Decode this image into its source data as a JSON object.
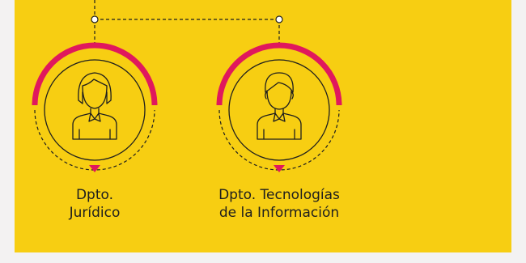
{
  "colors": {
    "background": "#f7ce12",
    "accent_arc": "#e0185d",
    "line": "#1e1e1e",
    "pointer": "#e0185d"
  },
  "org_units": [
    {
      "icon": "person-female-icon",
      "label_lines": [
        "Dpto.",
        "Jurídico"
      ]
    },
    {
      "icon": "person-male-icon",
      "label_lines": [
        "Dpto. Tecnologías",
        "de la Información"
      ]
    }
  ]
}
